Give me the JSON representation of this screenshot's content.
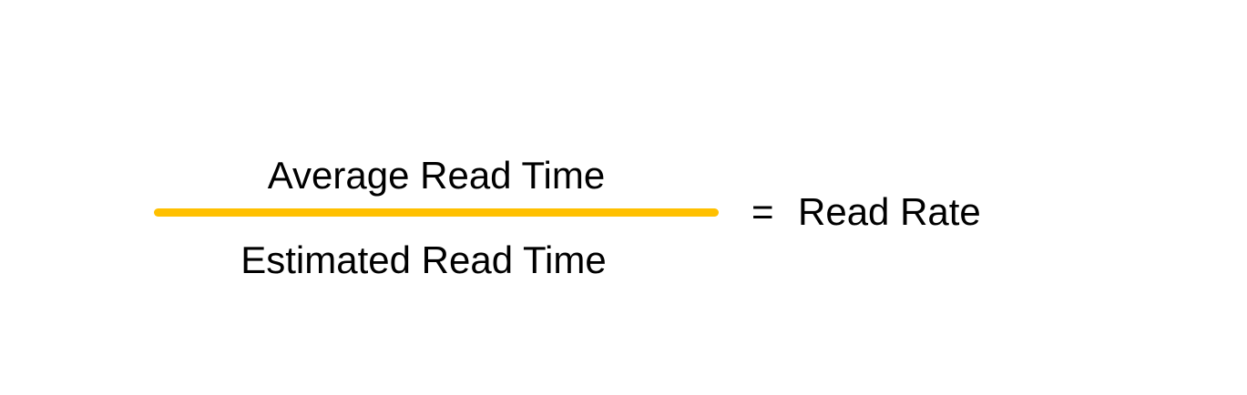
{
  "formula": {
    "numerator": "Average Read Time",
    "denominator": "Estimated Read Time",
    "equals_sign": "=",
    "result": "Read Rate"
  },
  "colors": {
    "fraction_bar": "#FFC000",
    "text": "#000000",
    "background": "#FFFFFF"
  }
}
